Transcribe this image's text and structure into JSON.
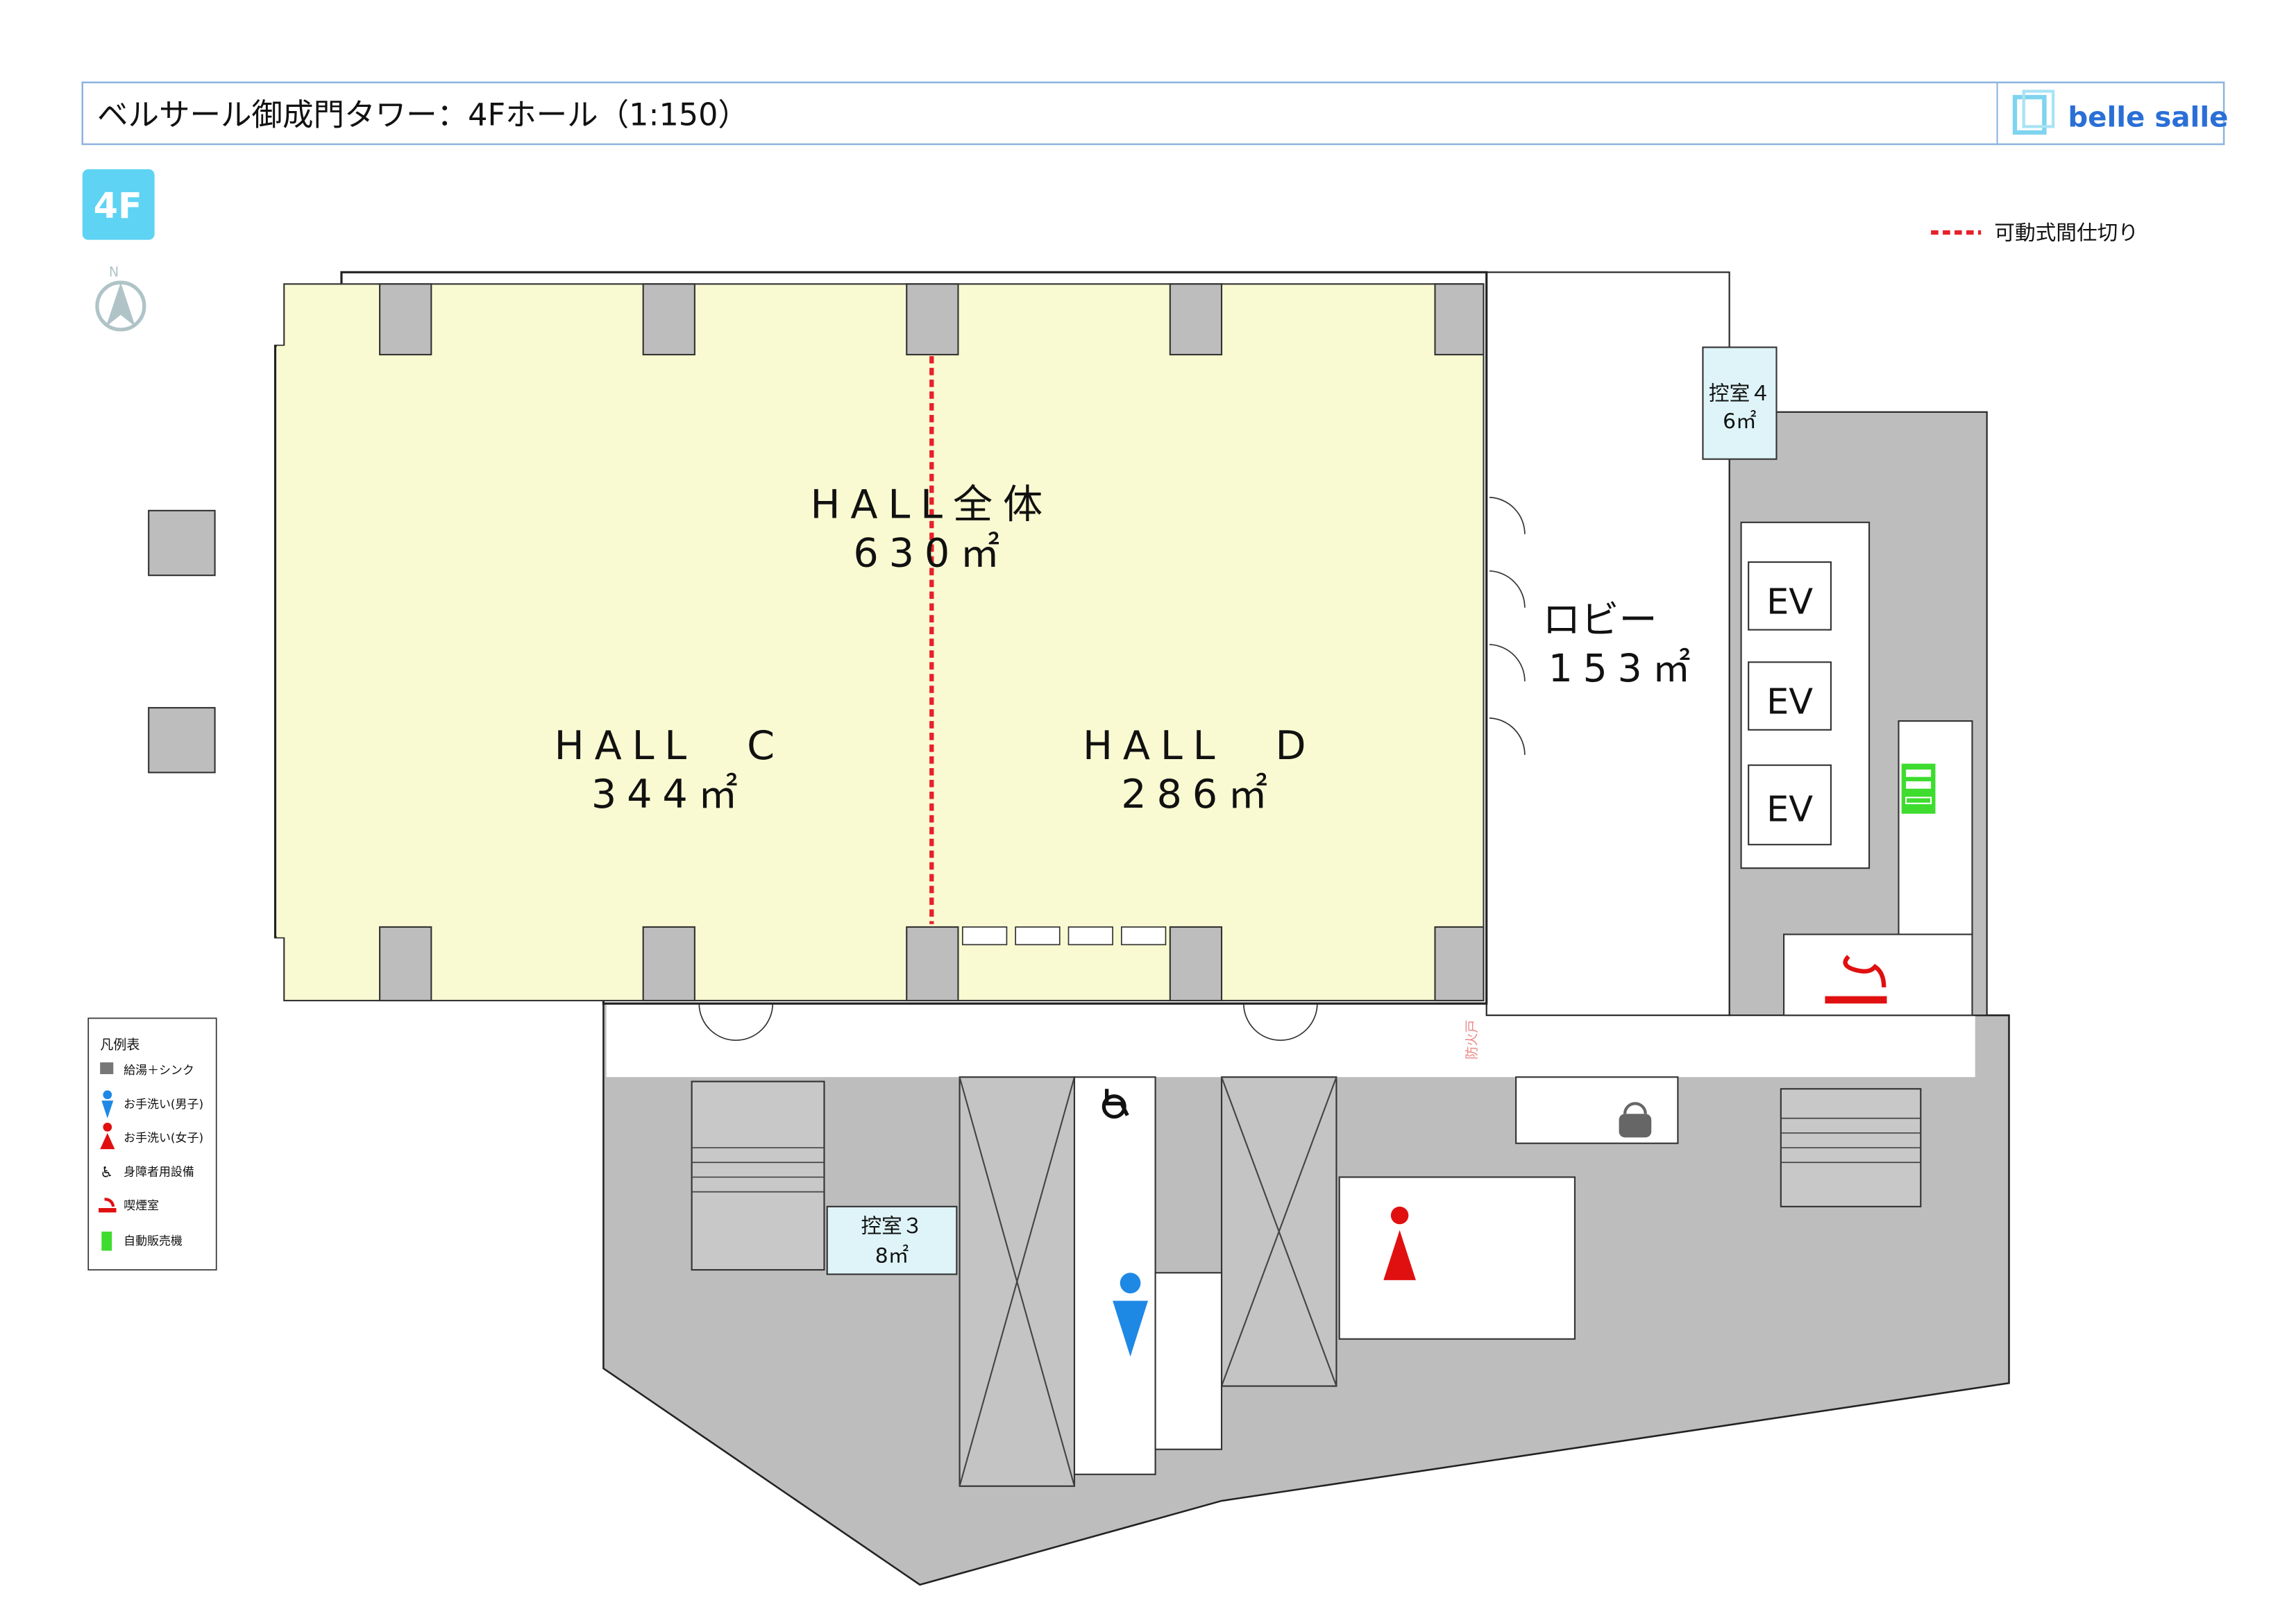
{
  "header": {
    "title": "ベルサール御成門タワー：4Fホール（1:150）",
    "logo_text": "belle salle"
  },
  "floor_badge": "4F",
  "compass": {
    "label": "N"
  },
  "partition_legend": "可動式間仕切り",
  "rooms": {
    "hall_all": {
      "name": "HALL全体",
      "area": "630㎡"
    },
    "hall_c": {
      "name": "HALL　C",
      "area": "344㎡"
    },
    "hall_d": {
      "name": "HALL　D",
      "area": "286㎡"
    },
    "lobby": {
      "name": "ロビー",
      "area": "153㎡"
    },
    "ev": [
      "EV",
      "EV",
      "EV"
    ],
    "hikae4": {
      "name": "控室４",
      "area": "6㎡"
    },
    "hikae3": {
      "name": "控室３",
      "area": "8㎡"
    }
  },
  "fire_door_mark": "防火戸",
  "legend": {
    "title": "凡例表",
    "items": [
      {
        "icon": "kettle-icon",
        "label": "給湯＋シンク"
      },
      {
        "icon": "male-toilet-icon",
        "label": "お手洗い(男子)"
      },
      {
        "icon": "female-toilet-icon",
        "label": "お手洗い(女子)"
      },
      {
        "icon": "wheelchair-icon",
        "label": "身障者用設備"
      },
      {
        "icon": "smoking-icon",
        "label": "喫煙室"
      },
      {
        "icon": "vending-machine-icon",
        "label": "自動販売機"
      }
    ]
  },
  "colors": {
    "hall": "#fafad2",
    "room": "#def4f8",
    "wall": "#bdbdbd",
    "accent": "#5ed3f3",
    "partition": "#e8202a",
    "male": "#1e88e5",
    "female": "#e01010",
    "vending": "#3ddc2e",
    "logo": "#2a6fd6"
  }
}
